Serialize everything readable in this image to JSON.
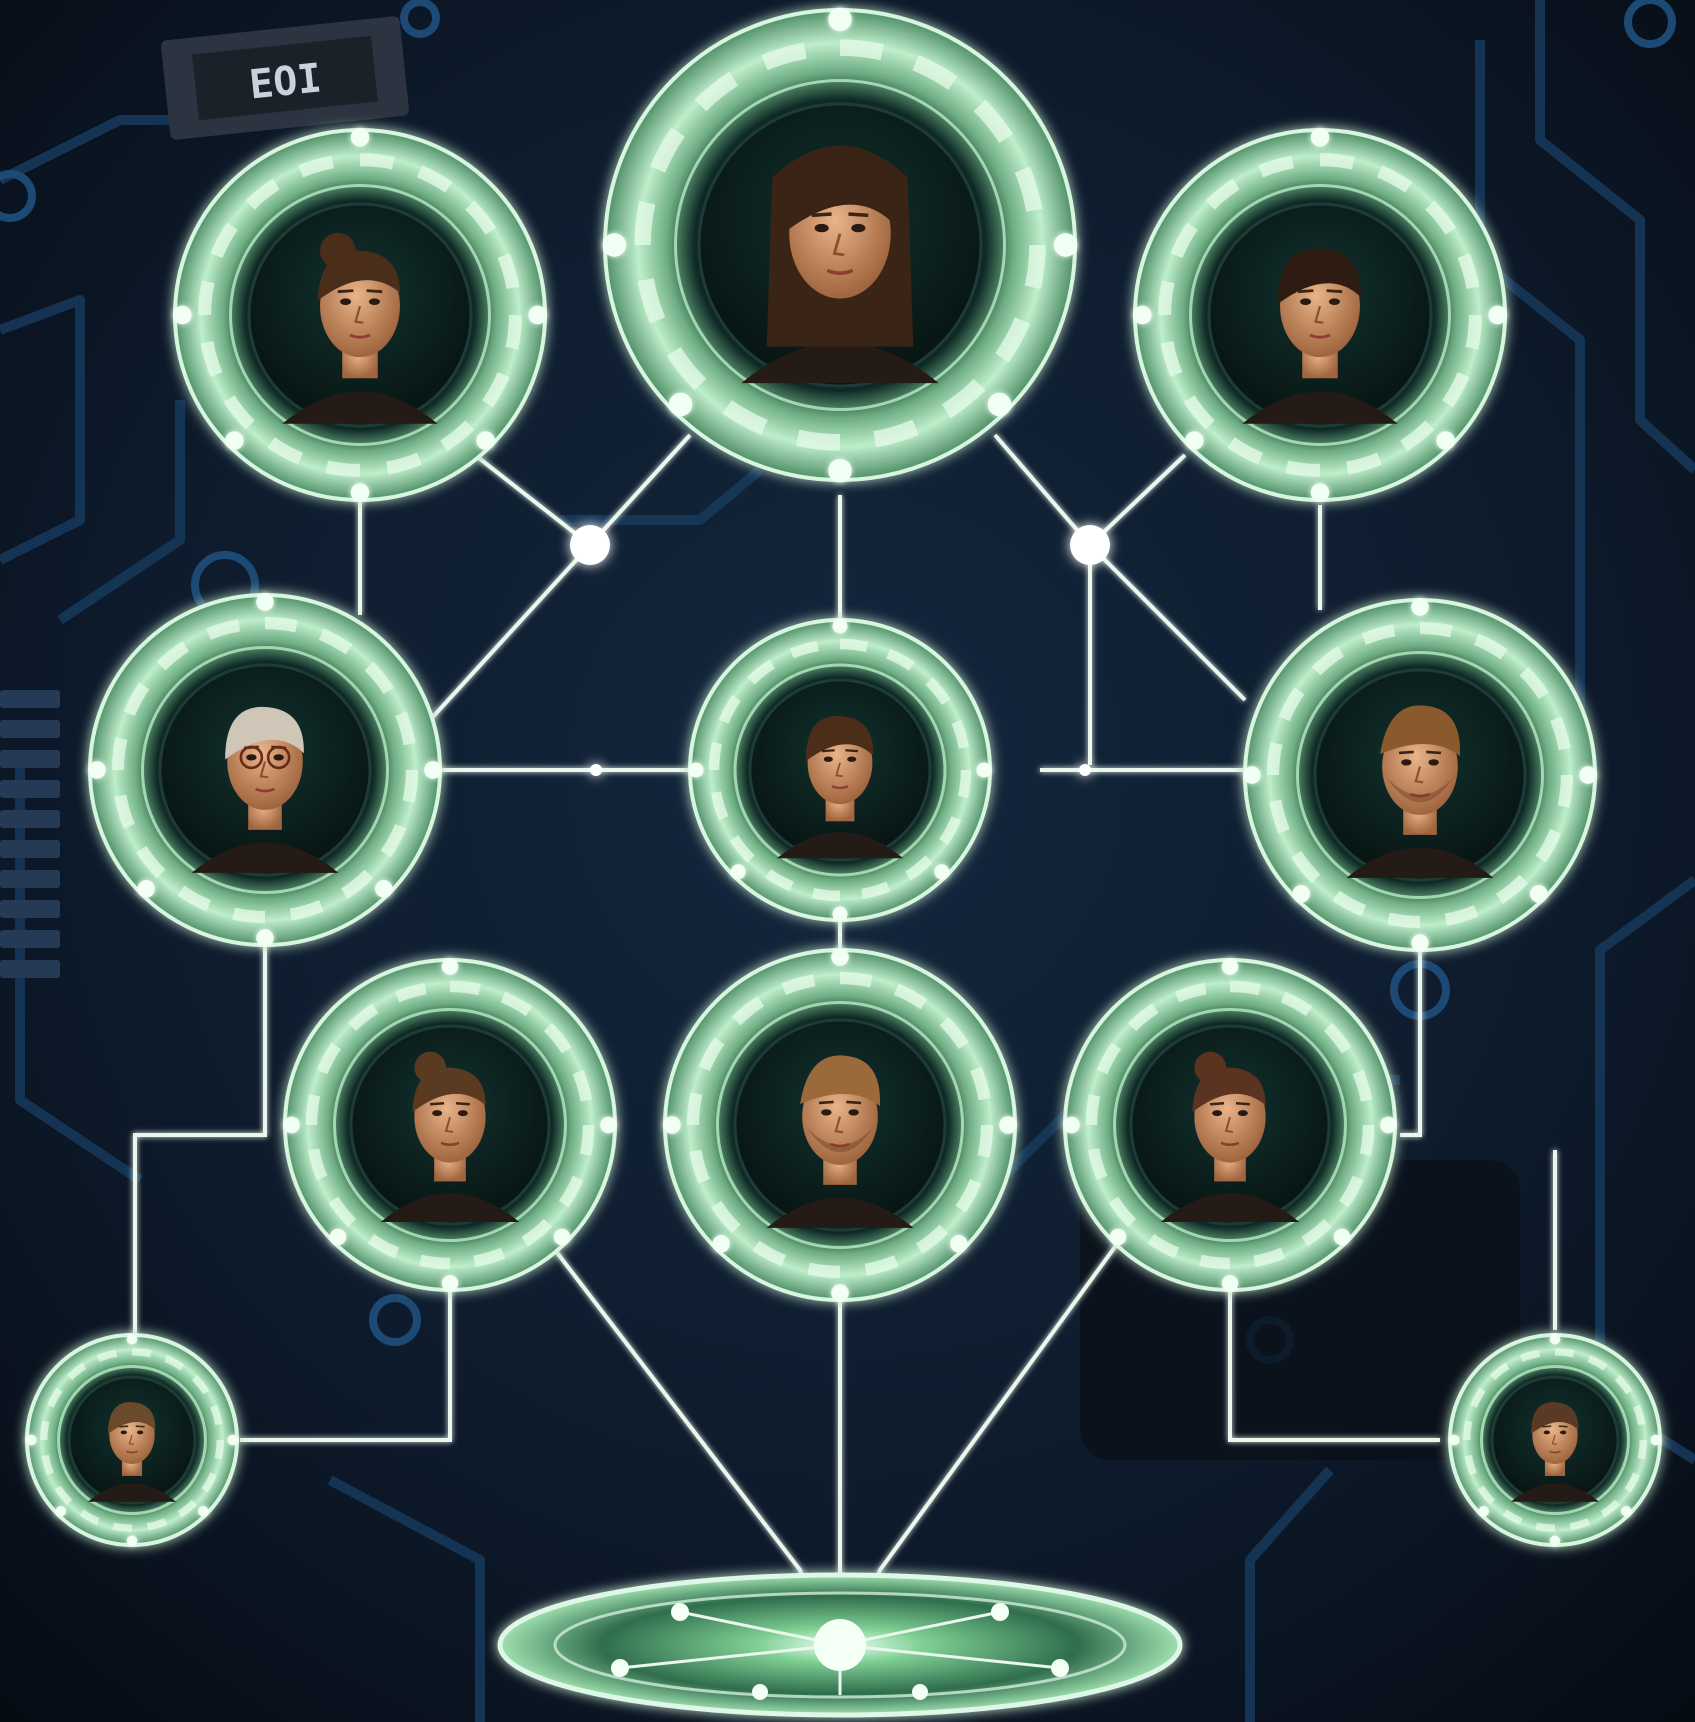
{
  "board": {
    "component_label": "EOI",
    "background_color": "#0b1422",
    "trace_color": "#173a5c",
    "node_glow_color": "#9fe6b0",
    "link_color": "#e9f7ec"
  },
  "nodes": [
    {
      "id": "node-top-center",
      "subject": "woman-long-hair-portrait"
    },
    {
      "id": "node-top-left",
      "subject": "woman-hair-tied-back-portrait"
    },
    {
      "id": "node-top-right",
      "subject": "woman-short-hair-portrait"
    },
    {
      "id": "node-mid-left",
      "subject": "older-woman-glasses-portrait"
    },
    {
      "id": "node-mid-center",
      "subject": "young-woman-portrait"
    },
    {
      "id": "node-mid-right",
      "subject": "bearded-man-portrait"
    },
    {
      "id": "node-low-left",
      "subject": "young-woman-bun-portrait"
    },
    {
      "id": "node-low-center",
      "subject": "young-man-portrait"
    },
    {
      "id": "node-low-right",
      "subject": "woman-updo-portrait"
    },
    {
      "id": "node-bottom-left",
      "subject": "child-portrait"
    },
    {
      "id": "node-bottom-right",
      "subject": "child-portrait"
    }
  ],
  "base": {
    "subject": "glowing-root-platform"
  }
}
